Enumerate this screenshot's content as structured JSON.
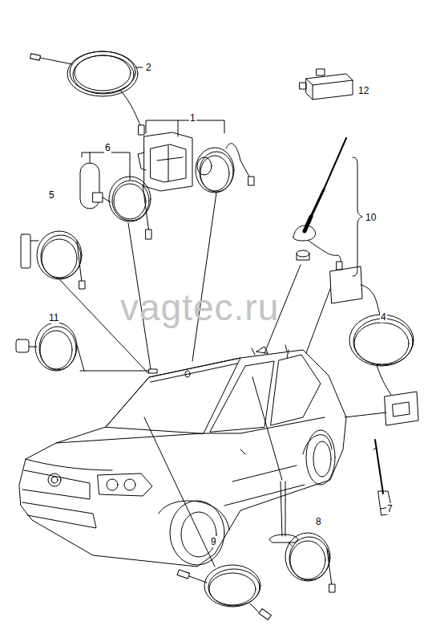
{
  "diagram": {
    "labels": [
      "2",
      "1",
      "6",
      "12",
      "10",
      "5",
      "4",
      "11",
      "7",
      "8",
      "9",
      "vagtec.ru"
    ]
  }
}
